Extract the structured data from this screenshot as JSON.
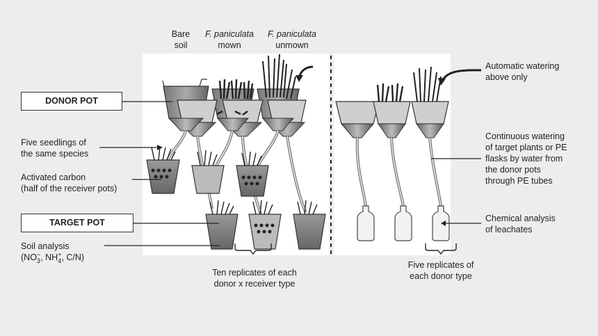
{
  "columns": {
    "bare_soil": [
      "Bare",
      "soil"
    ],
    "mown": [
      "F. paniculata",
      "mown"
    ],
    "unmown": [
      "F. paniculata",
      "unmown"
    ]
  },
  "left": {
    "donor_pot": "DONOR POT",
    "seedlings": [
      "Five seedlings of",
      "the same species"
    ],
    "carbon": [
      "Activated carbon",
      "(half of the receiver pots)"
    ],
    "target_pot": "TARGET POT",
    "soil_analysis_line1": "Soil analysis",
    "soil_analysis_line2": {
      "open": "(NO",
      "no3_sub": "3",
      "no3_sup": "−",
      "sep": ", NH",
      "nh4_sub": "4",
      "nh4_sup": "+",
      "close": ", C/N)"
    }
  },
  "bottom": {
    "ten_replicates": [
      "Ten replicates of each",
      "donor x receiver type"
    ],
    "five_replicates": [
      "Five replicates of",
      "each donor type"
    ]
  },
  "right": {
    "auto_water": [
      "Automatic watering",
      "above only"
    ],
    "continuous": [
      "Continuous watering",
      "of target plants or PE",
      "flasks by water from",
      "the donor pots",
      "through PE tubes"
    ],
    "chem": [
      "Chemical analysis",
      "of leachates"
    ]
  }
}
